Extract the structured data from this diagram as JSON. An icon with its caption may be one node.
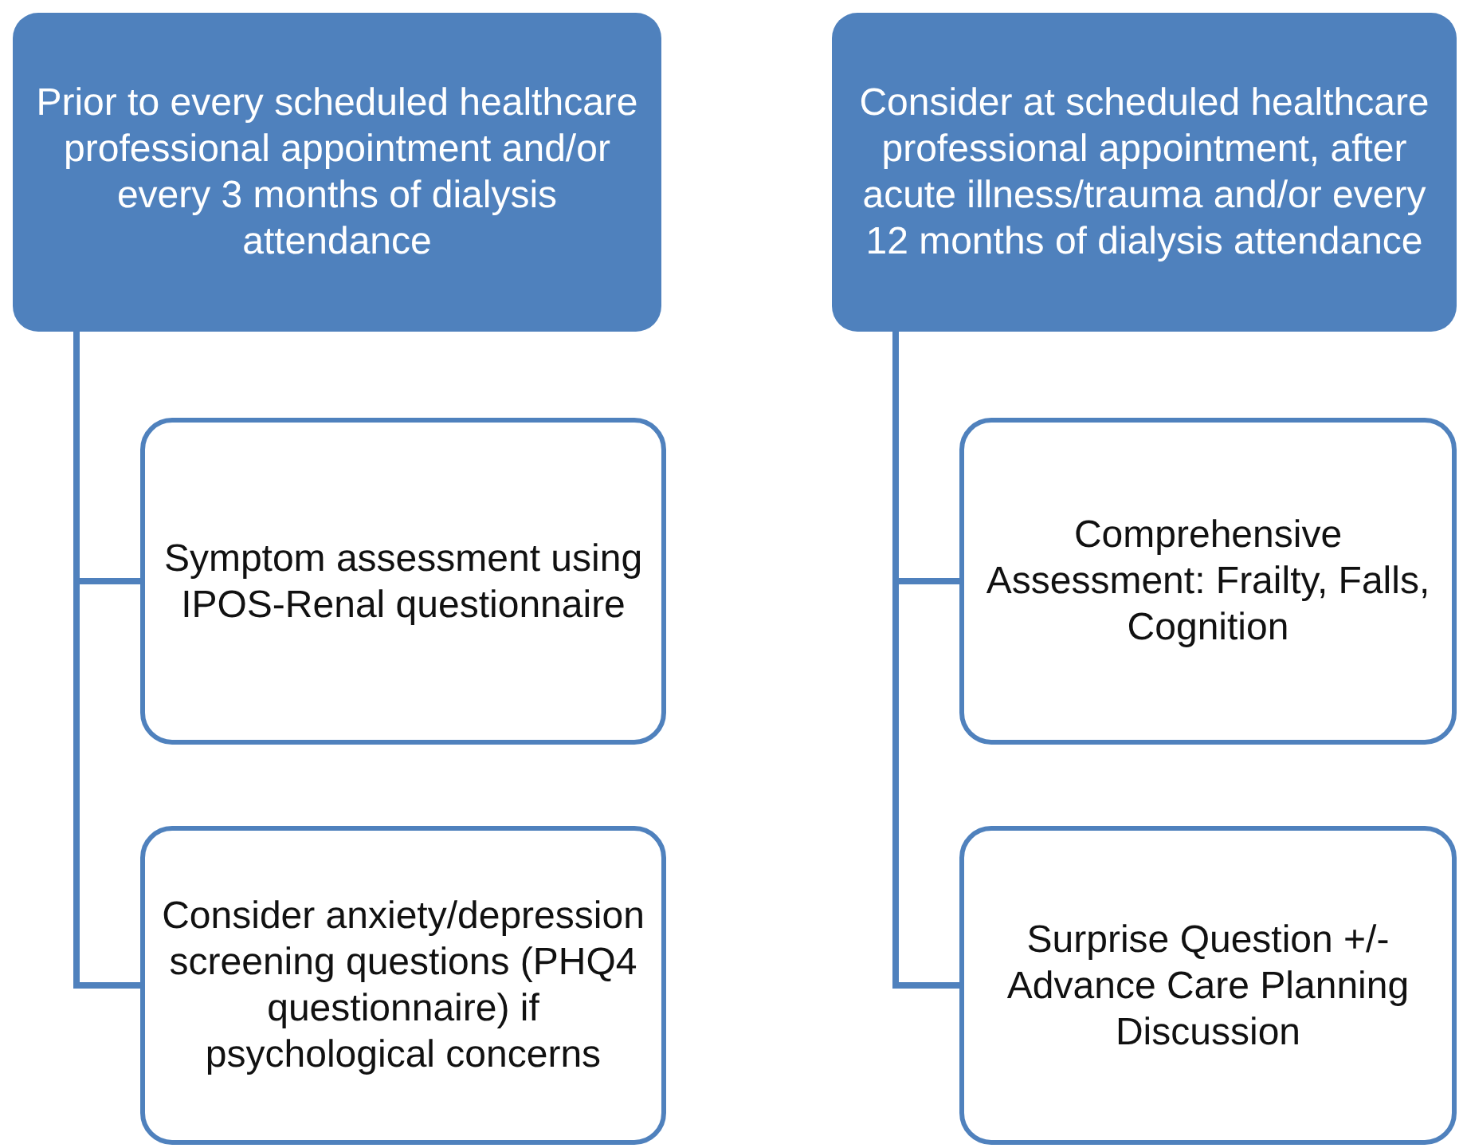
{
  "diagram": {
    "nodes": [
      {
        "text": [
          "Prior to every scheduled healthcare professional appointment and/or every 3 months of dialysis attendance"
        ]
      },
      {
        "text": [
          "Symptom assessment using IPOS-Renal questionnaire"
        ]
      },
      {
        "text": [
          "Consider anxiety/depression screening questions (PHQ4 questionnaire) if psychological concerns"
        ]
      },
      {
        "text": [
          "Consider at scheduled healthcare professional appointment, after acute illness/trauma and/or every 12 months of dialysis attendance"
        ]
      },
      {
        "text": [
          "Comprehensive Assessment: Frailty, Falls, Cognition"
        ]
      },
      {
        "text": [
          "Surprise Question +/- Advance Care Planning Discussion"
        ]
      }
    ],
    "edges": [
      {
        "from": 0,
        "to": 1,
        "arrow": "none"
      },
      {
        "from": 0,
        "to": 2,
        "arrow": "none"
      },
      {
        "from": 3,
        "to": 4,
        "arrow": "none"
      },
      {
        "from": 3,
        "to": 5,
        "arrow": "none"
      }
    ]
  }
}
